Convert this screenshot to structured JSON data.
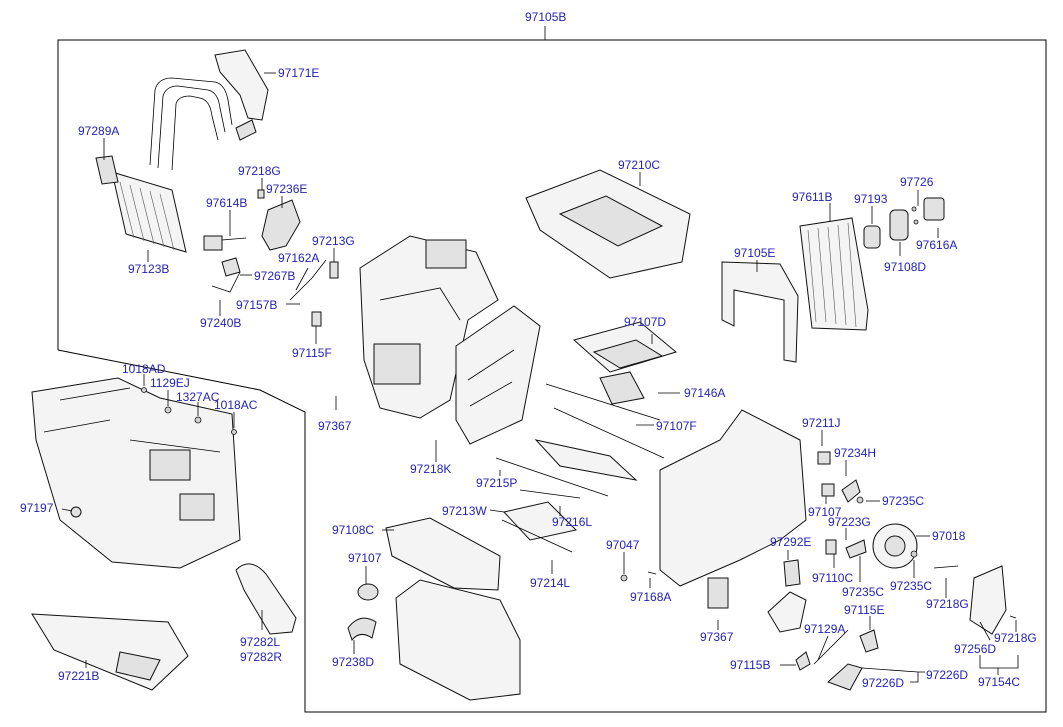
{
  "diagram": {
    "title_code": "97105B",
    "labels": {
      "97171E": "97171E",
      "97289A": "97289A",
      "97123B": "97123B",
      "97218G_top": "97218G",
      "97236E": "97236E",
      "97614B": "97614B",
      "97162A": "97162A",
      "97213G": "97213G",
      "97267B": "97267B",
      "97157B": "97157B",
      "97240B": "97240B",
      "97115F": "97115F",
      "97367_left": "97367",
      "97210C": "97210C",
      "97611B": "97611B",
      "97193": "97193",
      "97726": "97726",
      "97616A": "97616A",
      "97108D": "97108D",
      "97105E": "97105E",
      "97107D": "97107D",
      "97146A": "97146A",
      "97107F": "97107F",
      "97211J": "97211J",
      "97234H": "97234H",
      "97235C_a": "97235C",
      "97107_right": "97107",
      "97223G": "97223G",
      "97018": "97018",
      "97292E": "97292E",
      "97110C": "97110C",
      "97235C_b": "97235C",
      "97235C_c": "97235C",
      "97218G_right": "97218G",
      "97218G_far": "97218G",
      "97256D": "97256D",
      "97154C": "97154C",
      "97115E": "97115E",
      "97129A": "97129A",
      "97115B": "97115B",
      "97226D_a": "97226D",
      "97226D_b": "97226D",
      "97367_right": "97367",
      "97047": "97047",
      "97168A": "97168A",
      "97214L": "97214L",
      "97216L": "97216L",
      "97213W": "97213W",
      "97215P": "97215P",
      "97218K": "97218K",
      "97108C": "97108C",
      "97107_mid": "97107",
      "97238D": "97238D",
      "1018AD": "1018AD",
      "1129EJ": "1129EJ",
      "1327AC": "1327AC",
      "1018AC": "1018AC",
      "97197": "97197",
      "97282L": "97282L",
      "97282R": "97282R",
      "97221B": "97221B"
    }
  }
}
